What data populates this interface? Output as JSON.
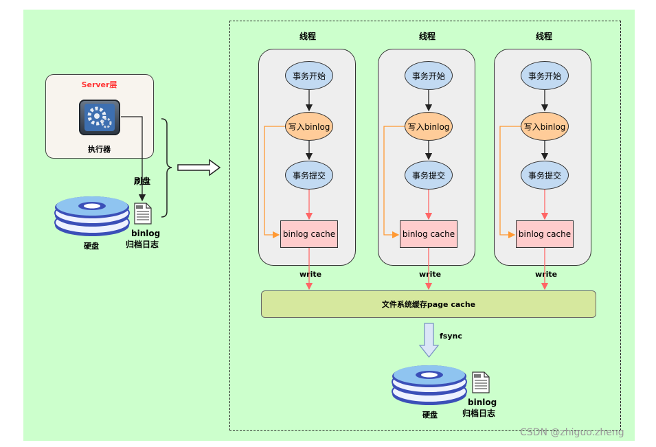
{
  "server": {
    "title": "Server层",
    "executor_label": "执行器"
  },
  "flush_label": "刷盘",
  "left_disk": {
    "disk_label": "硬盘",
    "log_label_1": "binlog",
    "log_label_2": "归档日志"
  },
  "threads": [
    {
      "title": "线程",
      "start": "事务开始",
      "write": "写入binlog",
      "commit": "事务提交",
      "cache": "binlog cache",
      "write_label": "write"
    },
    {
      "title": "线程",
      "start": "事务开始",
      "write": "写入binlog",
      "commit": "事务提交",
      "cache": "binlog cache",
      "write_label": "write"
    },
    {
      "title": "线程",
      "start": "事务开始",
      "write": "写入binlog",
      "commit": "事务提交",
      "cache": "binlog cache",
      "write_label": "write"
    }
  ],
  "page_cache_label": "文件系统缓存page cache",
  "fsync_label": "fsync",
  "bottom_disk": {
    "disk_label": "硬盘",
    "log_label_1": "binlog",
    "log_label_2": "归档日志"
  },
  "watermark": "CSDN @zhiguo.zheng",
  "colors": {
    "background": "#ccffcc",
    "ellipse_blue": "#c2daf2",
    "ellipse_orange": "#ffcc99",
    "cache_pink": "#ffcccc",
    "page_cache_green": "#d6e89e",
    "server_title_red": "#ff3333",
    "orange_line": "#ff9933",
    "red_line": "#ff6666"
  }
}
